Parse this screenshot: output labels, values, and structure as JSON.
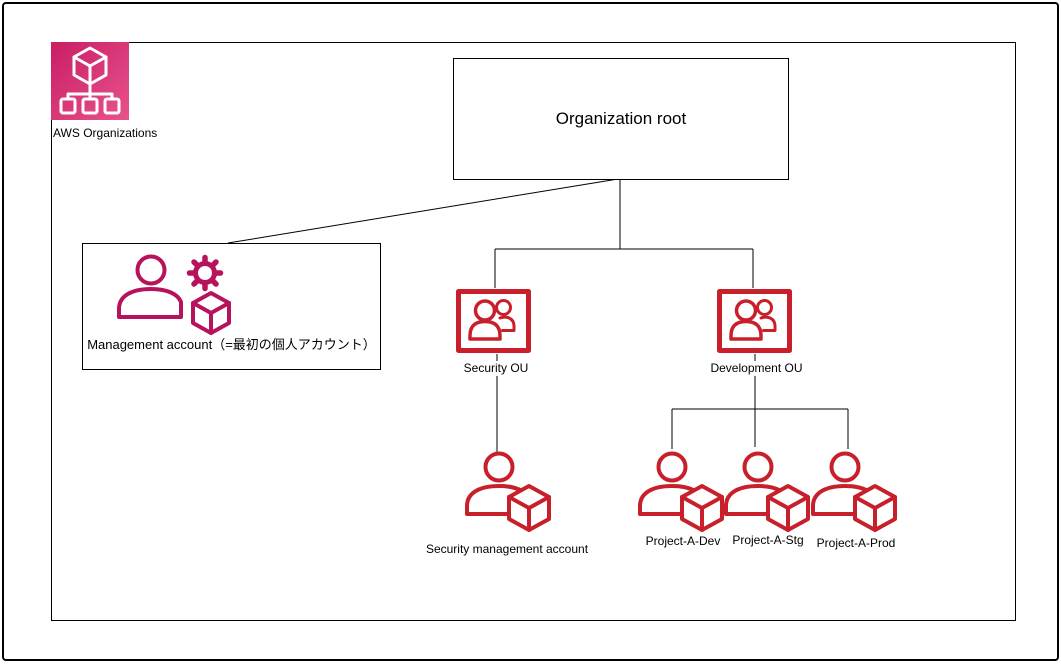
{
  "badge": {
    "label": "AWS Organizations"
  },
  "nodes": {
    "organization_root": {
      "label": "Organization root"
    },
    "management_account": {
      "label": "Management account（=最初の個人アカウント）"
    },
    "security_ou": {
      "label": "Security OU"
    },
    "development_ou": {
      "label": "Development OU"
    },
    "security_management_account": {
      "label": "Security management account"
    },
    "project_accounts": [
      {
        "label": "Project-A-Dev"
      },
      {
        "label": "Project-A-Stg"
      },
      {
        "label": "Project-A-Prod"
      }
    ]
  },
  "colors": {
    "aws_pink": "#B7125C",
    "aws_pink_badge_start": "#C91D64",
    "aws_pink_badge_end": "#E8538D",
    "aws_red": "#C8202B",
    "line": "#000000",
    "text": "#000000"
  }
}
